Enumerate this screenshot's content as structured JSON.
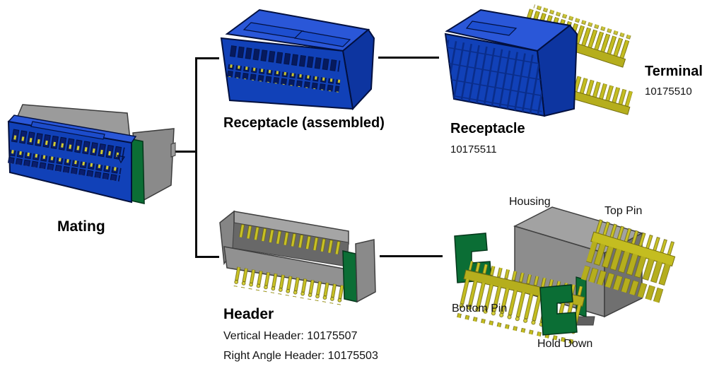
{
  "diagram": {
    "nodes": {
      "mating": {
        "label": "Mating"
      },
      "receptacle_assembled": {
        "label": "Receptacle (assembled)"
      },
      "receptacle": {
        "label": "Receptacle",
        "part_number": "10175511"
      },
      "terminal": {
        "label": "Terminal",
        "part_number": "10175510"
      },
      "header": {
        "label": "Header",
        "vertical_header": "Vertical Header: 10175507",
        "right_angle_header": "Right Angle Header: 10175503"
      },
      "header_parts": {
        "housing": "Housing",
        "top_pin": "Top Pin",
        "bottom_pin": "Bottom Pin",
        "hold_down": "Hold Down"
      }
    },
    "colors": {
      "connector_blue": "#1141b8",
      "connector_blue_top": "#2a57d8",
      "housing_gray": "#8d8d8d",
      "pin_yellow": "#c4bd20",
      "hold_down_green": "#0b6e35",
      "line_black": "#0a0a0a",
      "background": "#ffffff"
    }
  }
}
